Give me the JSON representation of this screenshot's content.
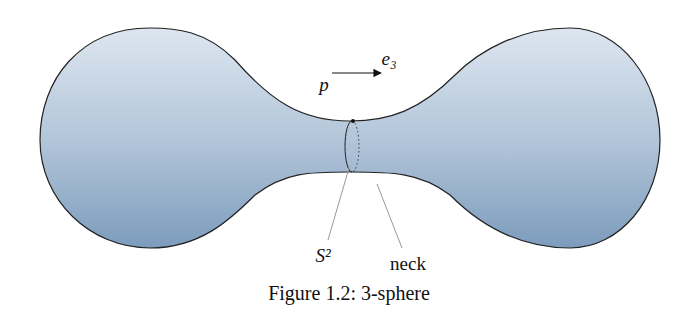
{
  "diagram": {
    "caption": "Figure 1.2: 3-sphere",
    "labels": [
      "e₃",
      "p",
      "S²",
      "neck"
    ]
  }
}
